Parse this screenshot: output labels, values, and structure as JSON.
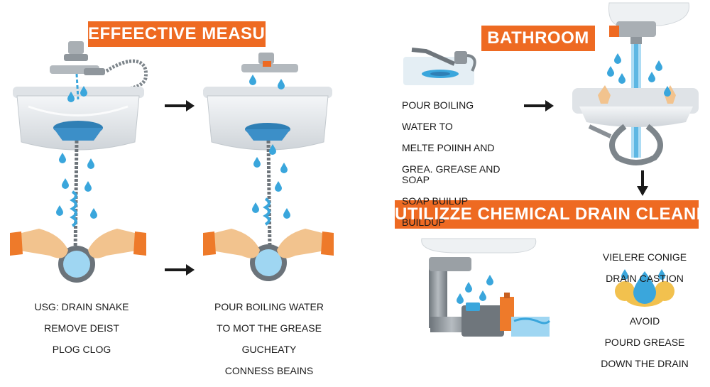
{
  "banners": {
    "effective": "EFFEECTIVE MEASURS",
    "bathroom": "BATHROOM",
    "chemical": "UTILIZZE CHEMICAL DRAIN CLEANERS"
  },
  "captions": {
    "snake": [
      "USG: DRAIN SNAKE",
      "REMOVE DEIST",
      "PLOG CLOG"
    ],
    "boiling_left": [
      "POUR BOILING WATER",
      "TO MOT THE GREASE",
      "GUCHEATY",
      "CONNESS BEAINS"
    ],
    "boiling_bath": [
      "POUR BOILING",
      "WATER TO",
      "MELTE POIINH AND",
      "GREA. GREASE AND SOAP",
      "SOAP BUILUP",
      "BUILDUP"
    ],
    "caution": [
      "VIELERE CONIGE",
      "DRAIN CASTION"
    ],
    "avoid": [
      "AVOID",
      "POURD GREASE",
      "DOWN THE DRAIN"
    ]
  },
  "icons": [
    "arrow-right-icon",
    "arrow-down-icon",
    "water-drop-icon",
    "sink-icon",
    "faucet-icon",
    "drain-snake-icon",
    "hand-icon",
    "pipe-icon",
    "grease-blob-icon"
  ],
  "colors": {
    "banner": "#ee6a22",
    "water": "#3aa6dc",
    "water_light": "#9fd6f2",
    "sink": "#e6e9ec",
    "pipe": "#8a9096",
    "hand": "#f2c38e",
    "glove": "#ee7a2a",
    "grease": "#f2c14e"
  }
}
